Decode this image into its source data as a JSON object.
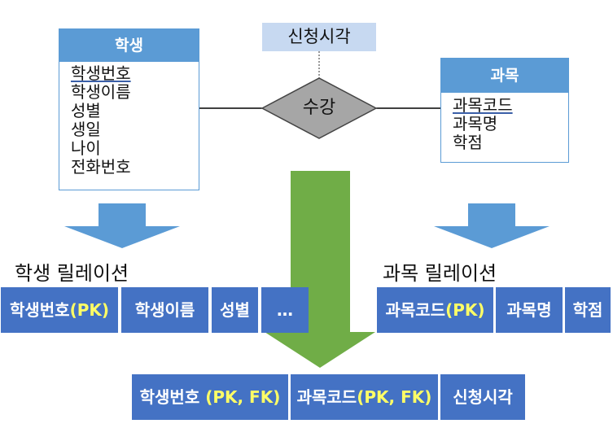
{
  "student_entity": {
    "title": "학생",
    "attributes": [
      {
        "name": "학생번호",
        "primary_key": true
      },
      {
        "name": "학생이름",
        "primary_key": false
      },
      {
        "name": "성별",
        "primary_key": false
      },
      {
        "name": "생일",
        "primary_key": false
      },
      {
        "name": "나이",
        "primary_key": false
      },
      {
        "name": "전화번호",
        "primary_key": false
      }
    ]
  },
  "course_entity": {
    "title": "과목",
    "attributes": [
      {
        "name": "과목코드",
        "primary_key": true
      },
      {
        "name": "과목명",
        "primary_key": false
      },
      {
        "name": "학점",
        "primary_key": false
      }
    ]
  },
  "relationship": {
    "name": "수강",
    "attribute": "신청시각"
  },
  "student_relation": {
    "title": "학생 릴레이션",
    "columns": [
      {
        "name": "학생번호",
        "key": "(PK)"
      },
      {
        "name": "학생이름",
        "key": ""
      },
      {
        "name": "성별",
        "key": ""
      },
      {
        "name": "…",
        "key": ""
      }
    ]
  },
  "course_relation": {
    "title": "과목 릴레이션",
    "columns": [
      {
        "name": "과목코드",
        "key": "(PK)"
      },
      {
        "name": "과목명",
        "key": ""
      },
      {
        "name": "학점",
        "key": ""
      }
    ]
  },
  "enrollment_relation": {
    "columns": [
      {
        "name": "학생번호 ",
        "key": "(PK, FK)"
      },
      {
        "name": "과목코드",
        "key": "(PK, FK)"
      },
      {
        "name": "신청시각",
        "key": ""
      }
    ]
  },
  "colors": {
    "entity_header": "#5b9bd5",
    "relation_cell": "#4472c4",
    "key_text": "#ffff66",
    "arrow_blue": "#5b9bd5",
    "arrow_green": "#70ad47",
    "diamond": "#a6a6a6",
    "attribute_box": "#c7d9f1"
  }
}
